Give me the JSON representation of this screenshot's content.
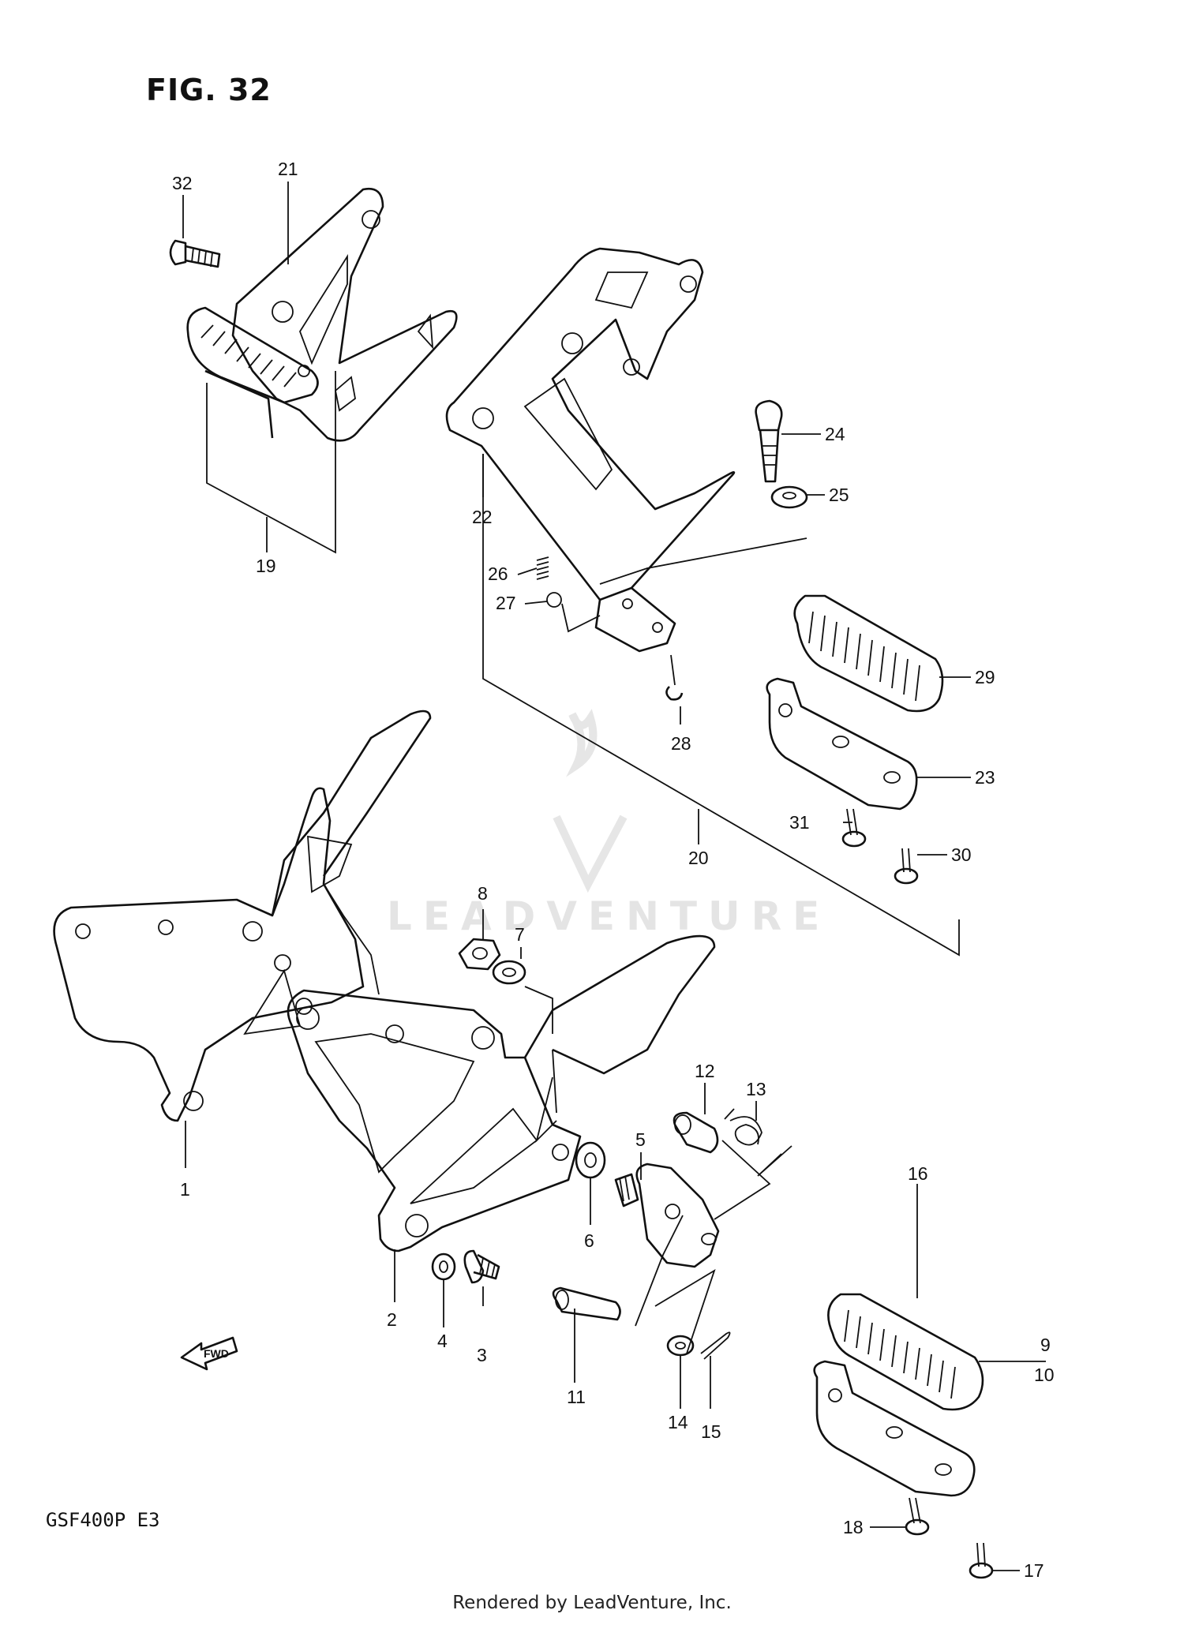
{
  "figure": {
    "title": "FIG. 32",
    "model": "GSF400P  E3",
    "credit": "Rendered by LeadVenture, Inc.",
    "watermark": "LEADVENTURE"
  },
  "labels": {
    "p1": "1",
    "p2": "2",
    "p3": "3",
    "p4": "4",
    "p5": "5",
    "p6": "6",
    "p7": "7",
    "p8": "8",
    "p9": "9",
    "p10": "10",
    "p11": "11",
    "p12": "12",
    "p13": "13",
    "p14": "14",
    "p15": "15",
    "p16": "16",
    "p17": "17",
    "p18": "18",
    "p19": "19",
    "p20": "20",
    "p21": "21",
    "p22": "22",
    "p23": "23",
    "p24": "24",
    "p25": "25",
    "p26": "26",
    "p27": "27",
    "p28": "28",
    "p29": "29",
    "p30": "30",
    "p31": "31",
    "p32": "32",
    "fwd": "FWD"
  }
}
